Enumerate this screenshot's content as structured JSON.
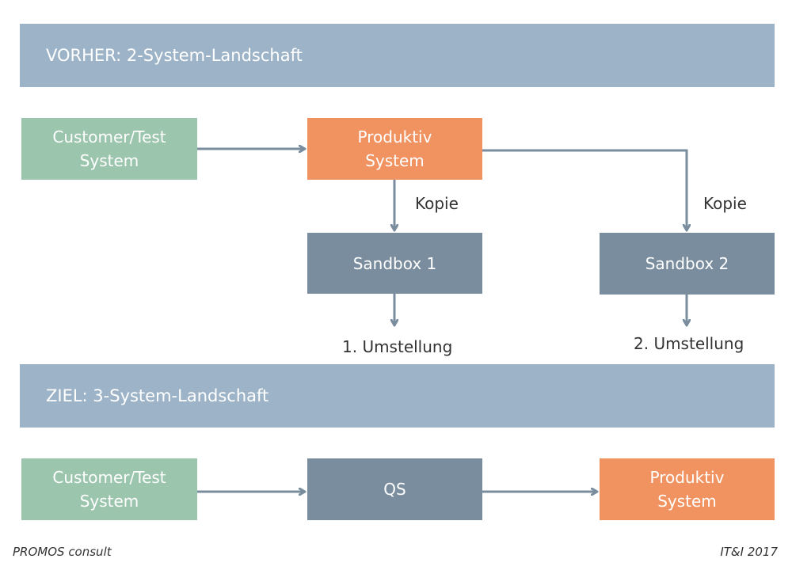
{
  "before": {
    "banner": "VORHER: 2-System-Landschaft",
    "customer_test": "Customer/Test\nSystem",
    "produktiv": "Produktiv\nSystem",
    "sandbox1": "Sandbox 1",
    "sandbox2": "Sandbox 2",
    "kopie1": "Kopie",
    "kopie2": "Kopie",
    "umstellung1": "1. Umstellung",
    "umstellung2": "2. Umstellung"
  },
  "target": {
    "banner": "ZIEL: 3-System-Landschaft",
    "customer_test": "Customer/Test\nSystem",
    "qs": "QS",
    "produktiv": "Produktiv\nSystem"
  },
  "footer": {
    "left": "PROMOS consult",
    "right": "IT&I 2017"
  },
  "colors": {
    "banner": "#9db3c7",
    "green": "#9bc5ac",
    "orange": "#f09361",
    "slate": "#7a8d9e",
    "arrow": "#7a8d9e"
  }
}
